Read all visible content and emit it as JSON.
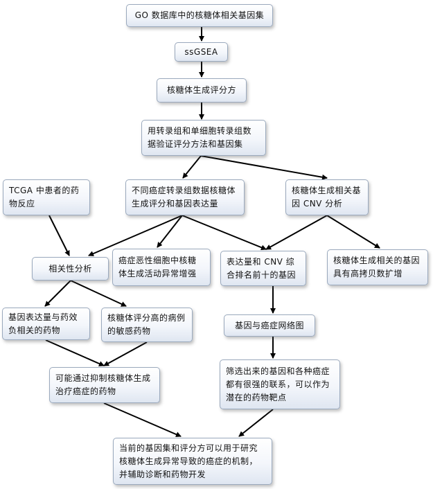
{
  "nodes": {
    "go_genesets": "GO 数据库中的核糖体相关基因集",
    "ssgsea": "ssGSEA",
    "score": "核糖体生成评分方",
    "validate": "用转录组和单细胞转录组数据验证评分方法和基因集",
    "tcga": "TCGA 中患者的药物反应",
    "scores_expr": "不同癌症转录组数据核糖体生成评分和基因表达量",
    "cnv": "核糖体生成相关基因 CNV 分析",
    "correlation": "相关性分析",
    "malignant": "癌症恶性细胞中核糖体生成活动异常增强",
    "top10": "表达量和 CNV 综合排名前十的基因",
    "copy_number": "核糖体生成相关的基因具有高拷贝数扩增",
    "drug_expr": "基因表达量与药效负相关的药物",
    "high_score_drugs": "核糖体评分高的病例的敏感药物",
    "network": "基因与癌症网络图",
    "inhibit": "可能通过抑制核糖体生成治疗癌症的药物",
    "targets": "筛选出来的基因和各种癌症都有很强的联系，可以作为潜在的药物靶点",
    "conclusion": "当前的基因集和评分方可以用于研究核糖体生成异常导致的癌症的机制，并辅助诊断和药物开发"
  }
}
